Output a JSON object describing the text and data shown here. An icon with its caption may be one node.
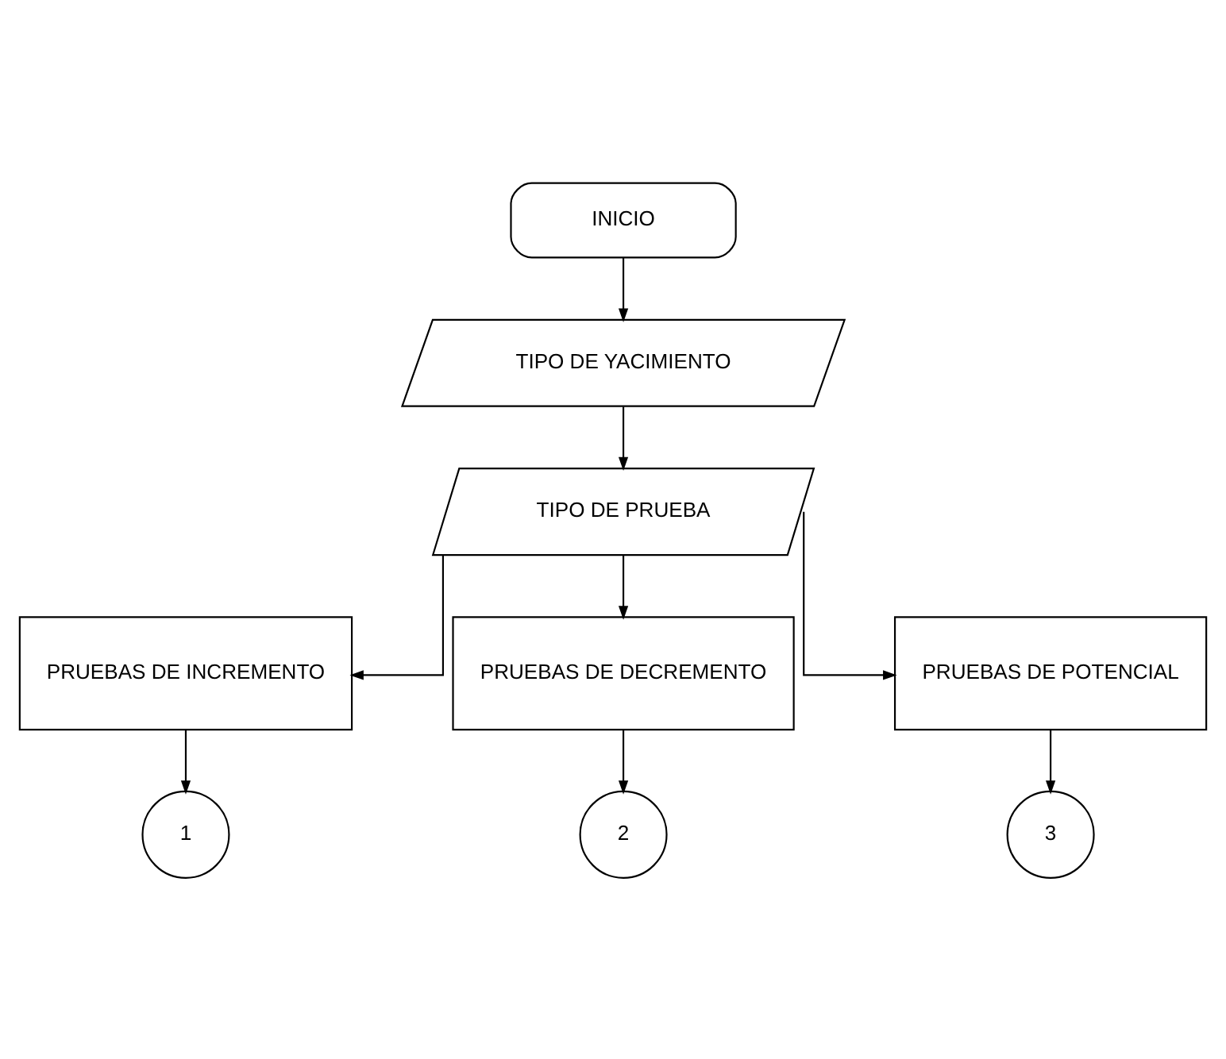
{
  "diagram": {
    "nodes": [
      {
        "text": [
          "INICIO"
        ]
      },
      {
        "text": [
          "TIPO DE YACIMIENTO"
        ]
      },
      {
        "text": [
          "TIPO DE PRUEBA"
        ]
      },
      {
        "text": [
          "PRUEBAS DE INCREMENTO"
        ]
      },
      {
        "text": [
          "PRUEBAS DE DECREMENTO"
        ]
      },
      {
        "text": [
          "PRUEBAS DE POTENCIAL"
        ]
      },
      {
        "text": [
          "1"
        ]
      },
      {
        "text": [
          "2"
        ]
      },
      {
        "text": [
          "3"
        ]
      }
    ],
    "edges": [
      {
        "from": 0,
        "to": 1,
        "arrow": "to"
      },
      {
        "from": 1,
        "to": 2,
        "arrow": "to"
      },
      {
        "from": 2,
        "to": 3,
        "arrow": "to"
      },
      {
        "from": 2,
        "to": 4,
        "arrow": "to"
      },
      {
        "from": 2,
        "to": 5,
        "arrow": "to"
      },
      {
        "from": 3,
        "to": 6,
        "arrow": "to"
      },
      {
        "from": 4,
        "to": 7,
        "arrow": "to"
      },
      {
        "from": 5,
        "to": 8,
        "arrow": "to"
      }
    ]
  }
}
